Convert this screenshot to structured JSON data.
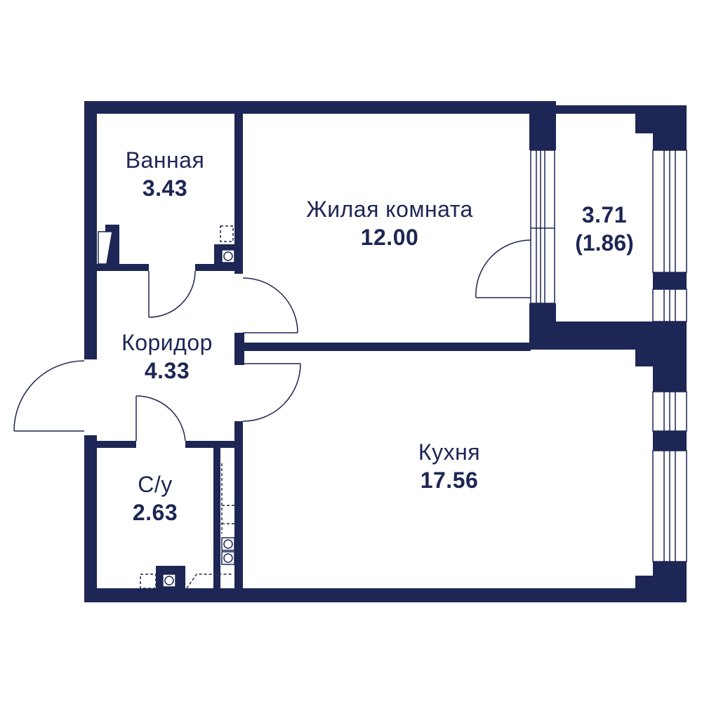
{
  "colors": {
    "wall": "#1d2654",
    "background": "#ffffff"
  },
  "rooms": {
    "bathroom": {
      "name": "Ванная",
      "area": "3.43"
    },
    "living": {
      "name": "Жилая комната",
      "area": "12.00"
    },
    "balcony": {
      "area": "3.71",
      "area_reduced": "(1.86)"
    },
    "corridor": {
      "name": "Коридор",
      "area": "4.33"
    },
    "wc": {
      "name": "С/у",
      "area": "2.63"
    },
    "kitchen": {
      "name": "Кухня",
      "area": "17.56"
    }
  }
}
